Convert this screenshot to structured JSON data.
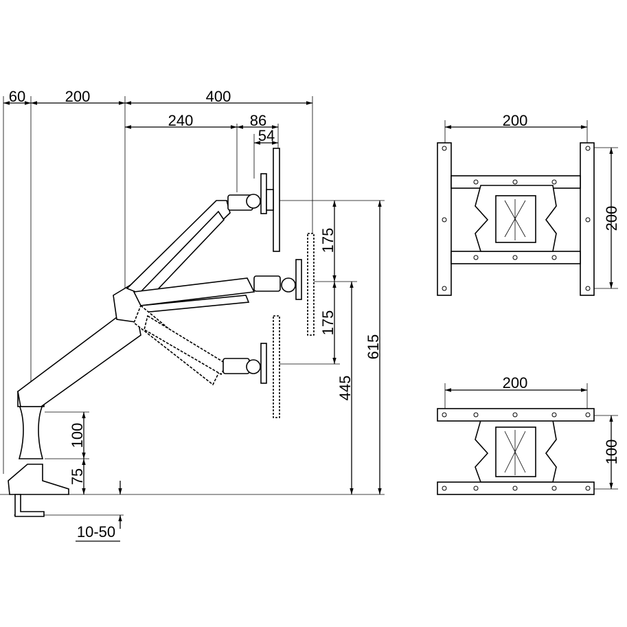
{
  "side_view": {
    "dims": {
      "clamp_offset": "60",
      "pole_to_arm": "200",
      "arm_reach": "400",
      "arm_segment": "240",
      "tilt_depth": "86",
      "plate_depth": "54",
      "upper_travel": "175",
      "lower_travel": "175",
      "max_height": "615",
      "mid_height": "445",
      "pole_upper": "100",
      "pole_lower": "75",
      "desk_thickness": "10-50"
    }
  },
  "vesa_200": {
    "width": "200",
    "height": "200"
  },
  "vesa_200x100": {
    "width": "200",
    "height": "100"
  }
}
